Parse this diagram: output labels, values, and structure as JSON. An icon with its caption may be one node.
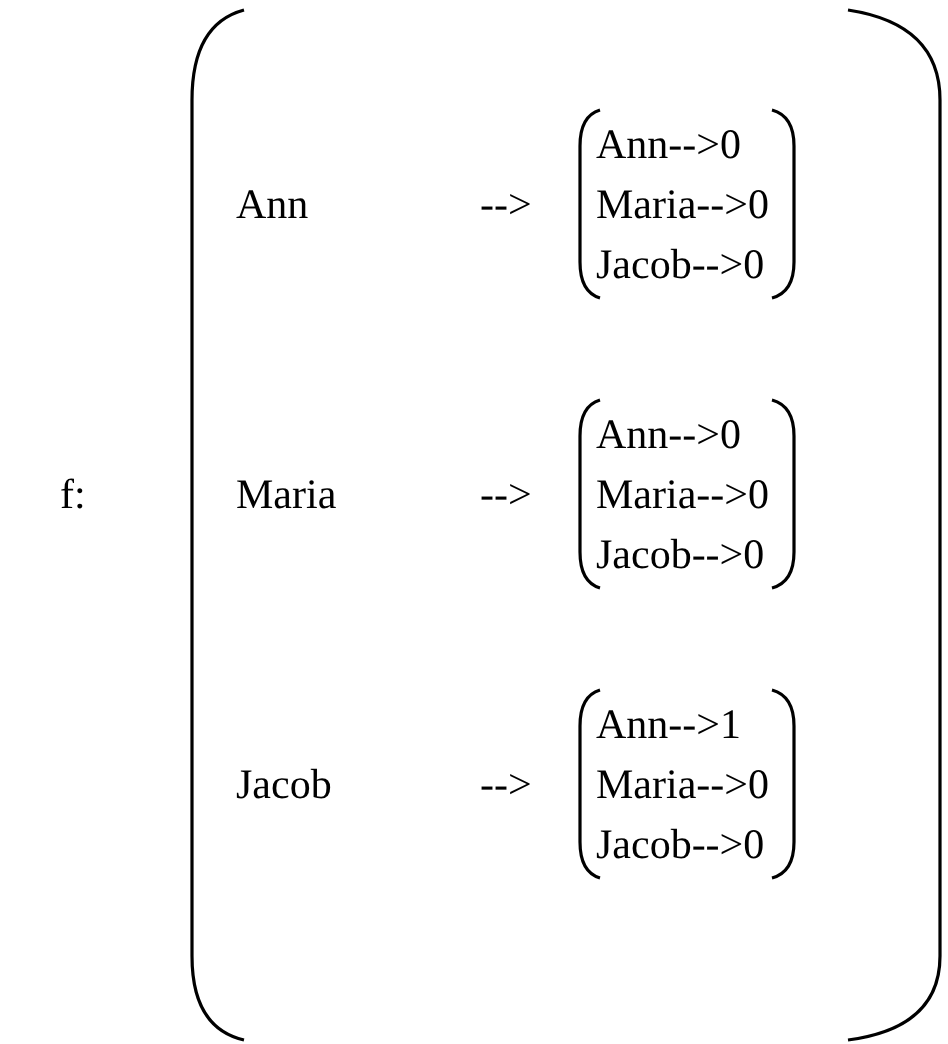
{
  "diagram": {
    "labels": [
      "f:",
      "Ann",
      "-->",
      "Ann-->0",
      "Maria-->0",
      "Jacob-->0",
      "Maria",
      "-->",
      "Ann-->0",
      "Maria-->0",
      "Jacob-->0",
      "Jacob",
      "-->",
      "Ann-->1",
      "Maria-->0",
      "Jacob-->0"
    ]
  }
}
